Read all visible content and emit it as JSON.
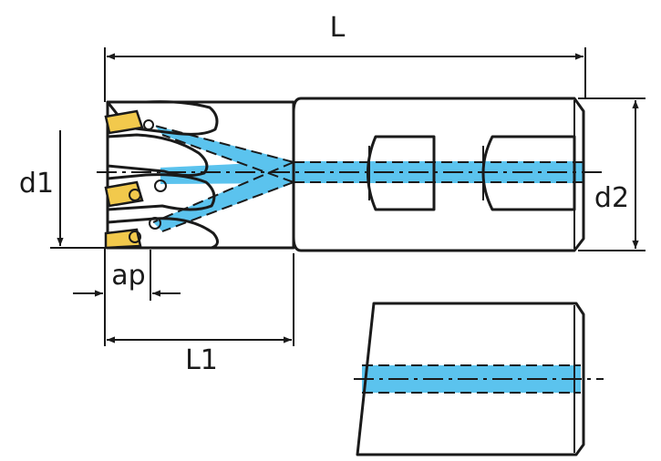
{
  "labels": {
    "L": "L",
    "d1": "d1",
    "d2": "d2",
    "ap": "ap",
    "L1": "L1"
  },
  "colors": {
    "coolant": "#5bc3ee",
    "insert": "#f2c94c",
    "line": "#1a1a1a",
    "background": "#ffffff"
  }
}
